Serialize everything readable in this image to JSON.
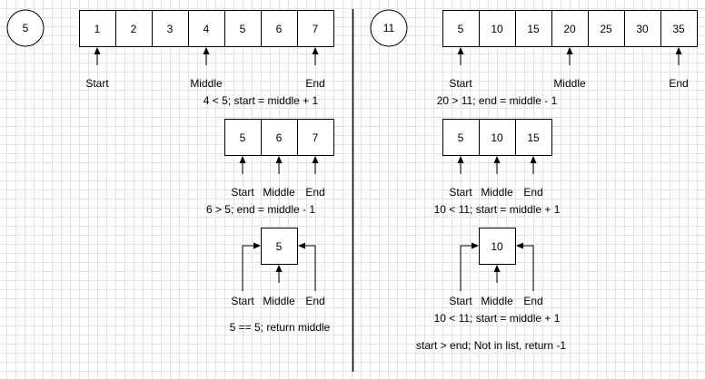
{
  "left": {
    "target": "5",
    "arrays": [
      {
        "values": [
          "1",
          "2",
          "3",
          "4",
          "5",
          "6",
          "7"
        ],
        "labels": [
          {
            "text": "Start",
            "index": 0
          },
          {
            "text": "Middle",
            "index": 3
          },
          {
            "text": "End",
            "index": 6
          }
        ]
      },
      {
        "values": [
          "5",
          "6",
          "7"
        ],
        "labels": [
          {
            "text": "Start",
            "index": 0
          },
          {
            "text": "Middle",
            "index": 1
          },
          {
            "text": "End",
            "index": 2
          }
        ]
      },
      {
        "values": [
          "5"
        ],
        "labels": [
          {
            "text": "Start",
            "index": 0
          },
          {
            "text": "Middle",
            "index": 0
          },
          {
            "text": "End",
            "index": 0
          }
        ]
      }
    ],
    "steps": [
      "4 < 5; start = middle + 1",
      "6 > 5; end = middle - 1",
      "5 == 5; return middle"
    ]
  },
  "right": {
    "target": "11",
    "arrays": [
      {
        "values": [
          "5",
          "10",
          "15",
          "20",
          "25",
          "30",
          "35"
        ],
        "labels": [
          {
            "text": "Start",
            "index": 0
          },
          {
            "text": "Middle",
            "index": 3
          },
          {
            "text": "End",
            "index": 6
          }
        ]
      },
      {
        "values": [
          "5",
          "10",
          "15"
        ],
        "labels": [
          {
            "text": "Start",
            "index": 0
          },
          {
            "text": "Middle",
            "index": 1
          },
          {
            "text": "End",
            "index": 2
          }
        ]
      },
      {
        "values": [
          "10"
        ],
        "labels": [
          {
            "text": "Start",
            "index": 0
          },
          {
            "text": "Middle",
            "index": 0
          },
          {
            "text": "End",
            "index": 0
          }
        ]
      }
    ],
    "steps": [
      "20 > 11; end = middle - 1",
      "10 < 11; start = middle + 1",
      "10 < 11; start = middle + 1",
      "start > end; Not in list, return -1"
    ]
  }
}
